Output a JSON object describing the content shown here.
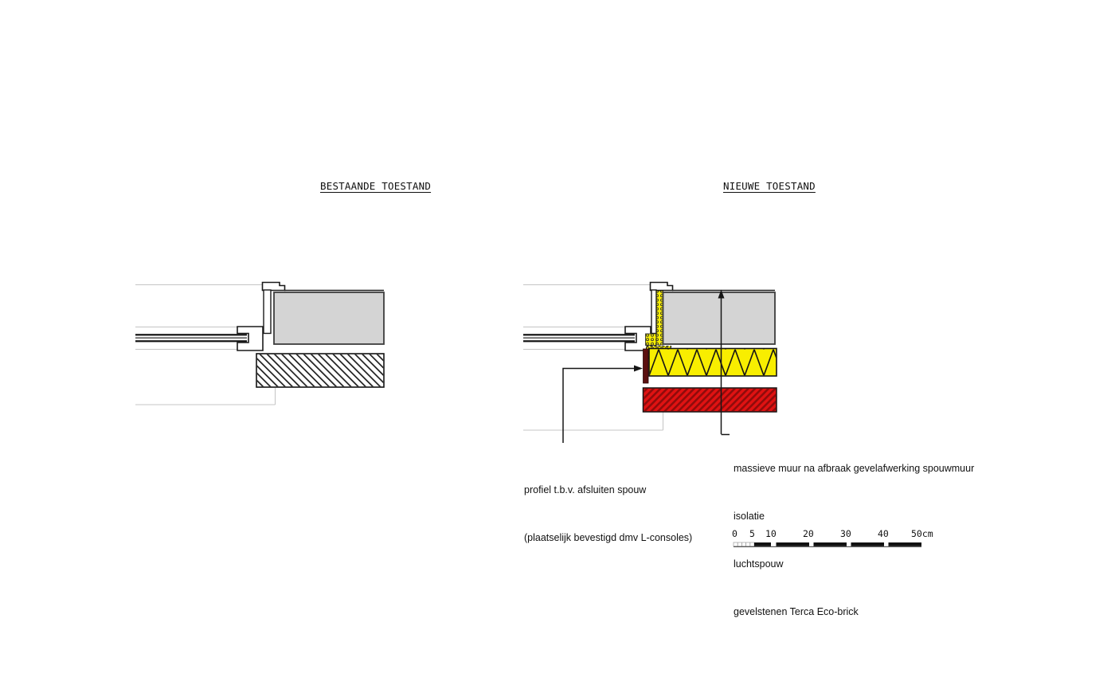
{
  "drawing": {
    "title_left": "BESTAANDE TOESTAND",
    "title_right": "NIEUWE TOESTAND"
  },
  "annotations": {
    "profiel": {
      "line1": "profiel t.b.v. afsluiten spouw",
      "line2": "(plaatselijk bevestigd dmv L-consoles)"
    },
    "massieve_muur": {
      "line1": "massieve muur na afbraak gevelafwerking spouwmuur",
      "line2": "isolatie",
      "line3": "luchtspouw",
      "line4": "gevelstenen Terca Eco-brick"
    }
  },
  "scale_bar": {
    "labels": [
      "0",
      "5",
      "10",
      "20",
      "30",
      "40",
      "50cm"
    ],
    "unit": "cm"
  },
  "colors": {
    "background": "#ffffff",
    "line": "#1a1a1a",
    "construction_line": "#c4c4c4",
    "concrete_fill": "#d4d4d4",
    "insulation_yellow": "#f8ee00",
    "brick_red": "#e01212",
    "brick_hatch_dark": "#8f0b0b",
    "profile_maroon": "#5c1010"
  }
}
